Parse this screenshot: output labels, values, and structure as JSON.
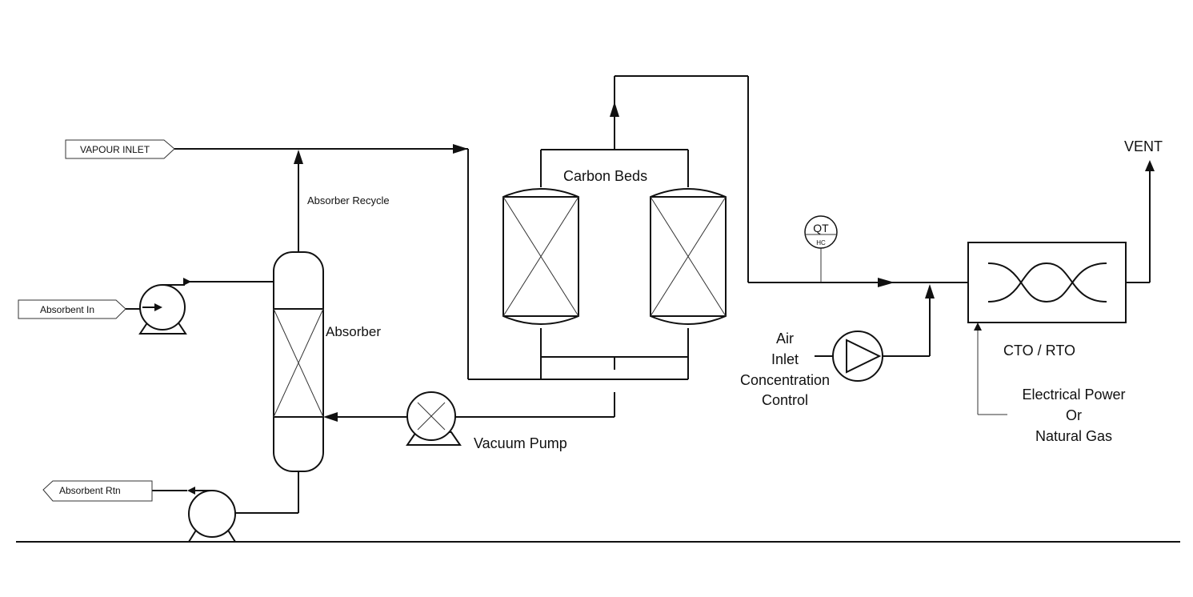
{
  "labels": {
    "vapour_inlet": "VAPOUR INLET",
    "absorbent_in": "Absorbent In",
    "absorbent_rtn": "Absorbent Rtn",
    "absorber_recycle": "Absorber Recycle",
    "absorber": "Absorber",
    "carbon_beds": "Carbon Beds",
    "vacuum_pump": "Vacuum Pump",
    "qt_tag": "QT",
    "hc_tag": "HC",
    "air_line1": "Air",
    "air_line2": "Inlet",
    "air_line3": "Concentration",
    "air_line4": "Control",
    "cto_rto": "CTO / RTO",
    "vent": "VENT",
    "power_line1": "Electrical Power",
    "power_line2": "Or",
    "power_line3": "Natural Gas"
  }
}
